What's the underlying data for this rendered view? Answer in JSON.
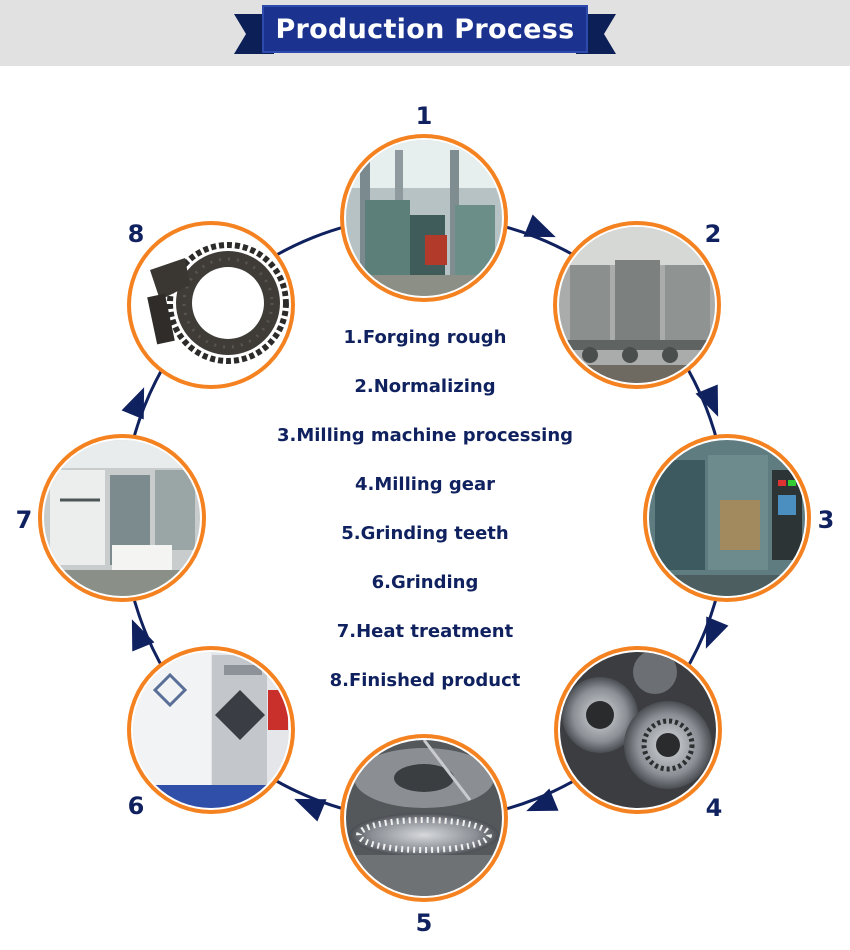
{
  "title": "Production Process",
  "steps": [
    {
      "number": "1",
      "label": "1.Forging rough",
      "photo": "forging-press-workshop"
    },
    {
      "number": "2",
      "label": "2.Normalizing",
      "photo": "normalizing-furnace-line"
    },
    {
      "number": "3",
      "label": "3.Milling machine processing",
      "photo": "cnc-milling-machine"
    },
    {
      "number": "4",
      "label": "4.Milling gear",
      "photo": "bevel-gear-blanks"
    },
    {
      "number": "5",
      "label": "5.Grinding teeth",
      "photo": "gear-tooth-grinding"
    },
    {
      "number": "6",
      "label": "6.Grinding",
      "photo": "grinding-machine-cabinet"
    },
    {
      "number": "7",
      "label": "7.Heat treatment",
      "photo": "heat-treatment-furnace"
    },
    {
      "number": "8",
      "label": "8.Finished product",
      "photo": "finished-bevel-gear-set"
    }
  ],
  "colors": {
    "accent_orange": "#f58220",
    "navy": "#10215f",
    "ribbon_blue": "#1b338e",
    "band_gray": "#e1e1e1"
  }
}
